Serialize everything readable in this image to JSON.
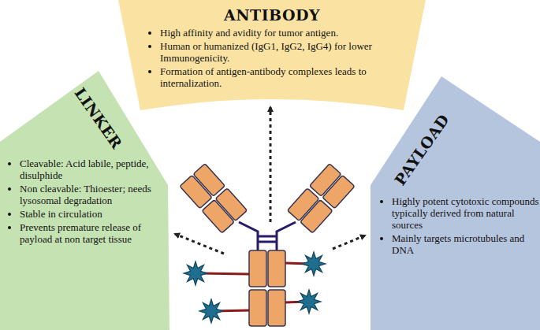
{
  "diagram": {
    "nodes": [
      {
        "text": [
          "ANTIBODY",
          "High affinity and avidity for tumor antigen.",
          "Human or humanized (IgG1, IgG2, IgG4) for lower Immunogenicity.",
          "Formation of antigen-antibody complexes leads to internalization."
        ]
      },
      {
        "text": [
          "LINKER",
          "Cleavable: Acid labile, peptide, disulphide",
          "Non cleavable: Thioester; needs lysosomal degradation",
          "Stable in circulation",
          "Prevents premature release of payload at non target tissue"
        ]
      },
      {
        "text": [
          "PAYLOAD",
          "Highly potent cytotoxic compounds typically derived from natural sources",
          "Mainly targets microtubules and DNA"
        ]
      }
    ]
  }
}
